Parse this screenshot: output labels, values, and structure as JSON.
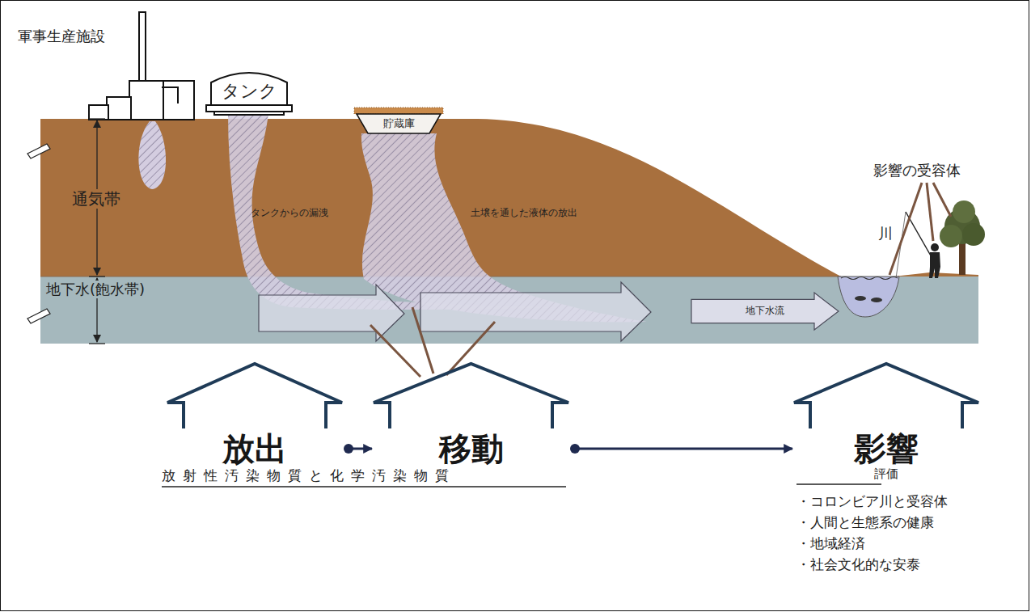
{
  "diagram": {
    "nodes": [
      {
        "text": [
          "タンク"
        ]
      },
      {
        "text": [
          "貯蔵庫"
        ]
      },
      {
        "text": [
          "地下水流"
        ]
      },
      {
        "text": [
          "放出"
        ]
      },
      {
        "text": [
          "移動"
        ]
      },
      {
        "text": [
          "影響",
          "評価"
        ]
      }
    ],
    "edges": [
      {
        "from": 3,
        "to": 4,
        "arrow": "to"
      },
      {
        "from": 4,
        "to": 5,
        "arrow": "to"
      }
    ],
    "labels": [
      "軍事生産施設",
      "通気帯",
      "地下水(飽水帯)",
      "タンクからの漏洩",
      "土壌を通した液体の放出",
      "影響の受容体",
      "川",
      "放射性汚染物質と化学汚染物質",
      "・コロンビア川と受容体",
      "・人間と生態系の健康",
      "・地域経済",
      "・社会文化的な安泰"
    ]
  }
}
